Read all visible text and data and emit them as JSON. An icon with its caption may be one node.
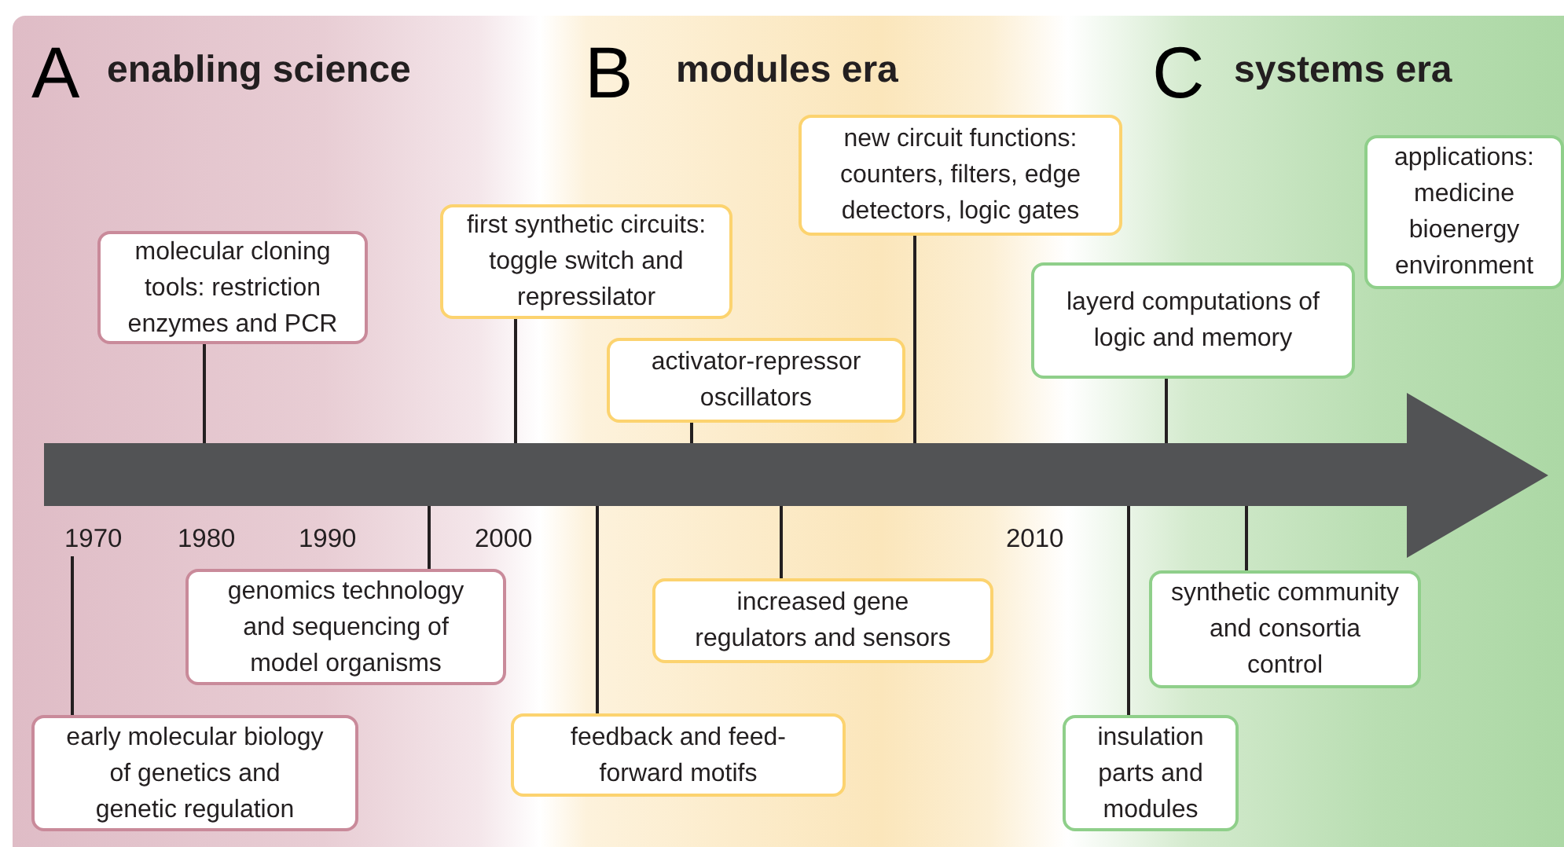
{
  "diagram": {
    "nodes": [
      {
        "text": [],
        "shape": "arrow"
      },
      {
        "text": [
          "1970"
        ]
      },
      {
        "text": [
          "molecular cloning tools: restriction enzymes and PCR"
        ]
      },
      {
        "text": [
          "genomics technology and sequencing of model organisms"
        ]
      },
      {
        "text": [
          "early molecular biology of genetics and genetic regulation"
        ]
      },
      {
        "text": [
          "first synthetic circuits: toggle switch and repressilator"
        ]
      },
      {
        "text": [
          "activator-repressor oscillators"
        ]
      },
      {
        "text": [
          "new circuit functions: counters, filters, edge detectors, logic gates"
        ]
      },
      {
        "text": [
          "feedback and feed-forward motifs"
        ]
      },
      {
        "text": [
          "increased gene regulators and sensors"
        ]
      },
      {
        "text": [
          "layerd computations of logic and memory"
        ]
      },
      {
        "text": [
          "applications: medicine bioenergy environment"
        ]
      },
      {
        "text": [
          "insulation parts and modules"
        ]
      },
      {
        "text": [
          "synthetic community and consortia control"
        ]
      }
    ],
    "edges": [
      {
        "from": 2,
        "to": 0,
        "arrow": "none"
      },
      {
        "from": 3,
        "to": 0,
        "arrow": "none"
      },
      {
        "from": 4,
        "to": 1,
        "arrow": "none"
      },
      {
        "from": 5,
        "to": 0,
        "arrow": "none"
      },
      {
        "from": 6,
        "to": 0,
        "arrow": "none"
      },
      {
        "from": 7,
        "to": 0,
        "arrow": "none"
      },
      {
        "from": 8,
        "to": 0,
        "arrow": "none"
      },
      {
        "from": 9,
        "to": 0,
        "arrow": "none"
      },
      {
        "from": 10,
        "to": 0,
        "arrow": "none"
      },
      {
        "from": 12,
        "to": 0,
        "arrow": "none"
      },
      {
        "from": 13,
        "to": 0,
        "arrow": "none"
      }
    ],
    "labels": [
      "A",
      "enabling science",
      "B",
      "modules era",
      "C",
      "systems era",
      "1980",
      "1990",
      "2000",
      "2010"
    ]
  }
}
